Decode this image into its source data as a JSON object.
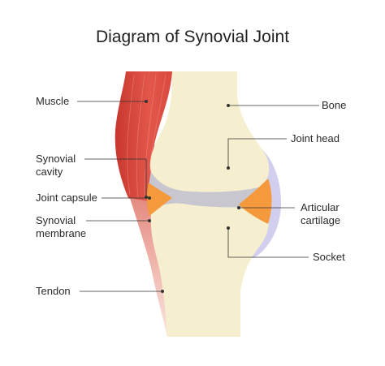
{
  "title": "Diagram of Synovial Joint",
  "labels": {
    "muscle": "Muscle",
    "synovial_cavity": [
      "Synovial",
      "cavity"
    ],
    "joint_capsule": "Joint capsule",
    "synovial_membrane": [
      "Synovial",
      "membrane"
    ],
    "tendon": "Tendon",
    "bone": "Bone",
    "joint_head": "Joint head",
    "articular_cartilage": [
      "Articular",
      "cartilage"
    ],
    "socket": "Socket"
  },
  "colors": {
    "bone": "#f6efcf",
    "muscle": "#d84a3e",
    "cartilage": "#f59a3c",
    "capsule": "#c9c5e8",
    "cavity": "#c8c6cf",
    "tendon": "#f2c9bf",
    "leader": "#333333"
  }
}
